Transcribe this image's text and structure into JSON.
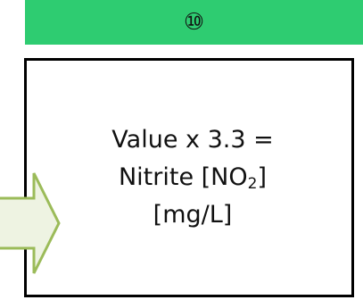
{
  "header": {
    "step_label": "⑩",
    "color": "#2ecc71"
  },
  "formula": {
    "line1": "Value x 3.3 =",
    "line2_prefix": "Nitrite [NO",
    "line2_sub": "2",
    "line2_suffix": "]",
    "line3": "[mg/L]"
  },
  "arrow": {
    "icon": "right-arrow-icon",
    "fill": "#eef3e2",
    "stroke": "#9bbb59"
  }
}
